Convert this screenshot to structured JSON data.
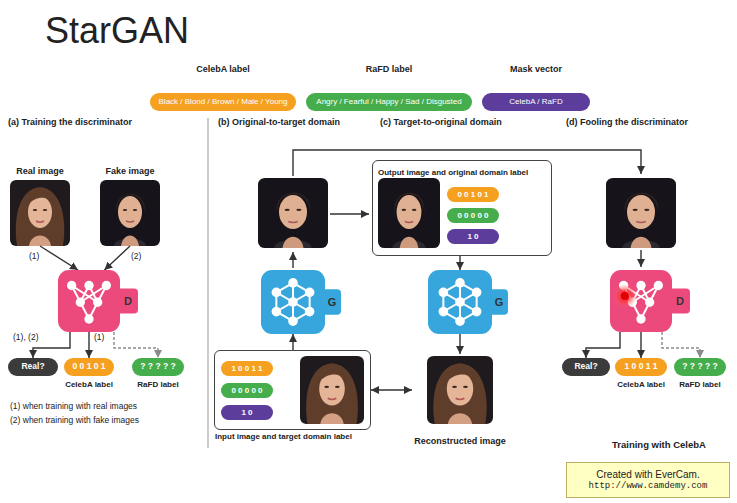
{
  "diagram": {
    "title": "StarGAN",
    "nodes": [
      {
        "text": [
          "Black / Blond / Brown / Male / Young"
        ]
      },
      {
        "text": [
          "Angry / Fearful / Happy / Sad / Disgusted"
        ]
      },
      {
        "text": [
          "CelebA / RaFD"
        ]
      },
      {
        "text": [
          "Real image"
        ]
      },
      {
        "text": [
          "Fake image"
        ]
      },
      {
        "text": [
          "D"
        ]
      },
      {
        "text": [
          "Real?"
        ]
      },
      {
        "text": [
          "0 0 1 0 1"
        ]
      },
      {
        "text": [
          "? ? ? ? ?"
        ]
      },
      {
        "text": [
          "Output image and original domain label"
        ]
      },
      {
        "text": [
          "0 0 1 0 1"
        ],
        "in": 9
      },
      {
        "text": [
          "0 0 0 0 0"
        ],
        "in": 9
      },
      {
        "text": [
          "1 0"
        ],
        "in": 9
      },
      {
        "text": [
          "G"
        ]
      },
      {
        "text": [
          "G"
        ]
      },
      {
        "text": [
          "D"
        ]
      },
      {
        "text": [
          "Input image and target domain label"
        ]
      },
      {
        "text": [
          "1 0 0 1 1"
        ],
        "in": 16
      },
      {
        "text": [
          "0 0 0 0 0"
        ],
        "in": 16
      },
      {
        "text": [
          "1 0"
        ],
        "in": 16
      },
      {
        "text": [
          "Reconstructed image"
        ]
      },
      {
        "text": [
          "Real?"
        ]
      },
      {
        "text": [
          "1 0 0 1 1"
        ]
      },
      {
        "text": [
          "? ? ? ? ?"
        ]
      },
      {
        "text": [
          "Created with EverCam.",
          "http://www.camdemy.com"
        ]
      }
    ],
    "edges": [
      {
        "from": 3,
        "to": 5,
        "arrow": "to",
        "label": "(1)"
      },
      {
        "from": 4,
        "to": 5,
        "arrow": "to",
        "label": "(2)"
      },
      {
        "from": 5,
        "to": 6,
        "arrow": "to",
        "label": "(1), (2)"
      },
      {
        "from": 5,
        "to": 7,
        "arrow": "to",
        "label": "(1)"
      },
      {
        "from": 5,
        "to": 8,
        "arrow": "to"
      },
      {
        "from": 16,
        "to": 13,
        "arrow": "to"
      },
      {
        "from": 9,
        "to": 14,
        "arrow": "to"
      },
      {
        "from": 14,
        "to": 20,
        "arrow": "to"
      },
      {
        "from": 16,
        "to": 20,
        "arrow": "both"
      },
      {
        "from": 15,
        "to": 21,
        "arrow": "to"
      },
      {
        "from": 15,
        "to": 22,
        "arrow": "to"
      },
      {
        "from": 15,
        "to": 23,
        "arrow": "to"
      }
    ],
    "labels": [
      "CelebA label",
      "RaFD label",
      "Mask vector",
      "(a) Training the discriminator",
      "(b) Original-to-target domain",
      "(c) Target-to-original domain",
      "(d) Fooling the discriminator",
      "CelebA label",
      "RaFD label",
      "(1) when training with real images",
      "(2) when training with fake images",
      "CelebA label",
      "RaFD label",
      "Training with CelebA"
    ]
  }
}
